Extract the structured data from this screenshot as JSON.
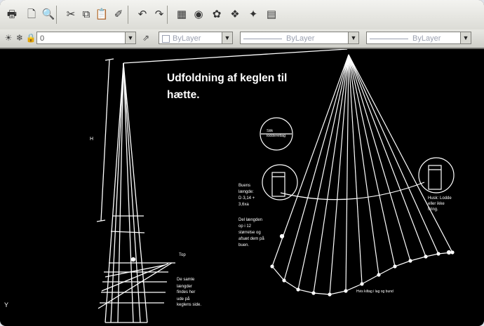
{
  "toolbar": {
    "buttons": [
      {
        "name": "print-icon",
        "glyph": "🖶"
      },
      {
        "name": "print-preview-icon",
        "glyph": "🗋"
      },
      {
        "name": "find-icon",
        "glyph": "🔍"
      },
      {
        "name": "cut-icon",
        "glyph": "✂"
      },
      {
        "name": "copy-icon",
        "glyph": "⧉"
      },
      {
        "name": "paste-icon",
        "glyph": "📋"
      },
      {
        "name": "match-properties-icon",
        "glyph": "✐"
      },
      {
        "name": "undo-icon",
        "glyph": "↶"
      },
      {
        "name": "redo-icon",
        "glyph": "↷"
      },
      {
        "name": "design-center-icon",
        "glyph": "▦"
      },
      {
        "name": "properties-icon",
        "glyph": "◉"
      },
      {
        "name": "tool-palette-icon",
        "glyph": "✿"
      },
      {
        "name": "sheet-set-icon",
        "glyph": "❖"
      },
      {
        "name": "markup-icon",
        "glyph": "✦"
      },
      {
        "name": "calculator-icon",
        "glyph": "▤"
      }
    ],
    "layer": {
      "value": "0"
    },
    "color_combo": {
      "value": "ByLayer"
    },
    "linetype_combo": {
      "value": "ByLayer"
    },
    "lineweight_combo": {
      "value": "ByLayer"
    }
  },
  "drawing": {
    "title_line1": "Udfoldning af keglen til",
    "title_line2": "hætte.",
    "cone_height_label": "H",
    "cone_tip_label": "Top",
    "detail_top_label": "Stik\nlodderetlag",
    "arc_label_1": "Buens\nlængde:\nD·3,14 +\n3,6xa",
    "arc_label_2": "Del længden\nop i 12\nstørrelse og\nafsæt dem på\nbuen.",
    "right_label": "Husk: Lodde\neller ikke\nfiring.",
    "bottom_left_label_1": "De samle",
    "bottom_left_label_2": "længder\nfindes her",
    "bottom_left_label_3": "ude på\nkeglens side.",
    "bottom_right_label": "Hvis kiltag i lag og bund",
    "left_axis_label": "Y"
  },
  "colors": {
    "toolbar_bg": "#dcdcd6",
    "canvas_bg": "#000000",
    "line": "#ffffff"
  }
}
